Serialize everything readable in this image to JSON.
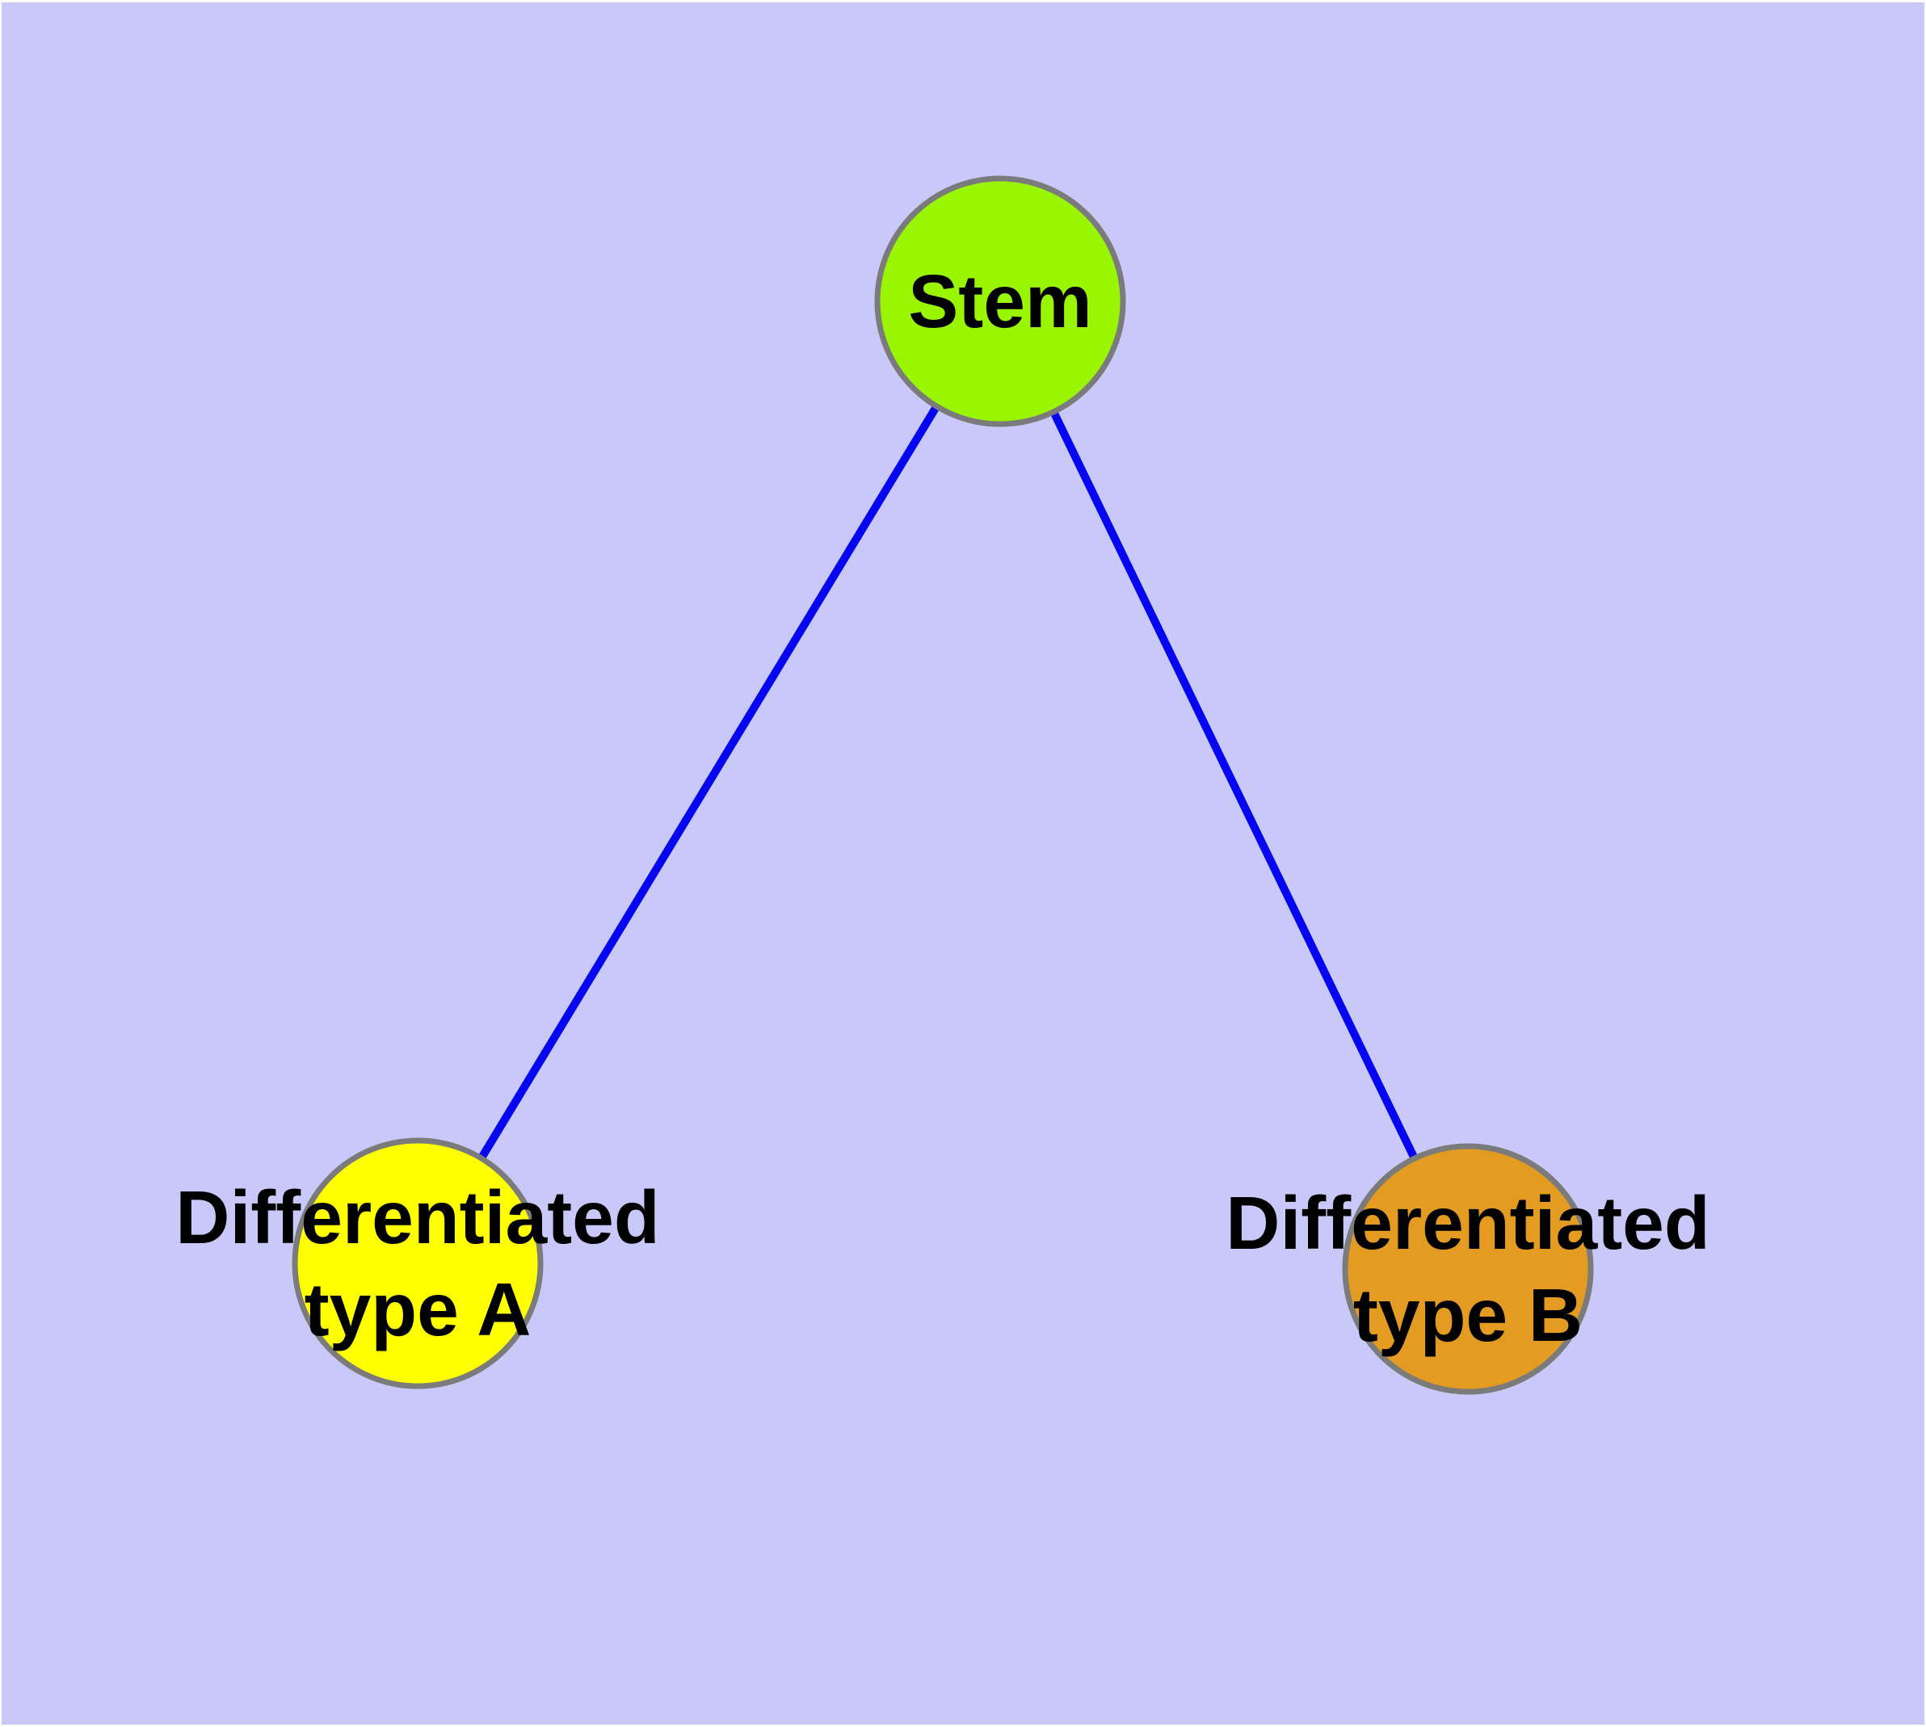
{
  "diagram": {
    "type": "node-link-graph",
    "background_color": "#C9C9F9",
    "outer_margin_color": "#FFFFFF",
    "edge_color": "#0505F2",
    "node_border_color": "#7B7B7B",
    "label_color": "#000000",
    "nodes": [
      {
        "id": "stem",
        "label": "Stem",
        "fill": "#9AF502"
      },
      {
        "id": "differentiated-type-a",
        "label": "Differentiated type A",
        "label_line1": "Differentiated",
        "label_line2": "type A",
        "fill": "#FFFF00"
      },
      {
        "id": "differentiated-type-b",
        "label": "Differentiated type B",
        "label_line1": "Differentiated",
        "label_line2": "type B",
        "fill": "#E39B21"
      }
    ],
    "edges": [
      {
        "from": "Stem",
        "to": "Differentiated type A"
      },
      {
        "from": "Stem",
        "to": "Differentiated type B"
      }
    ]
  }
}
